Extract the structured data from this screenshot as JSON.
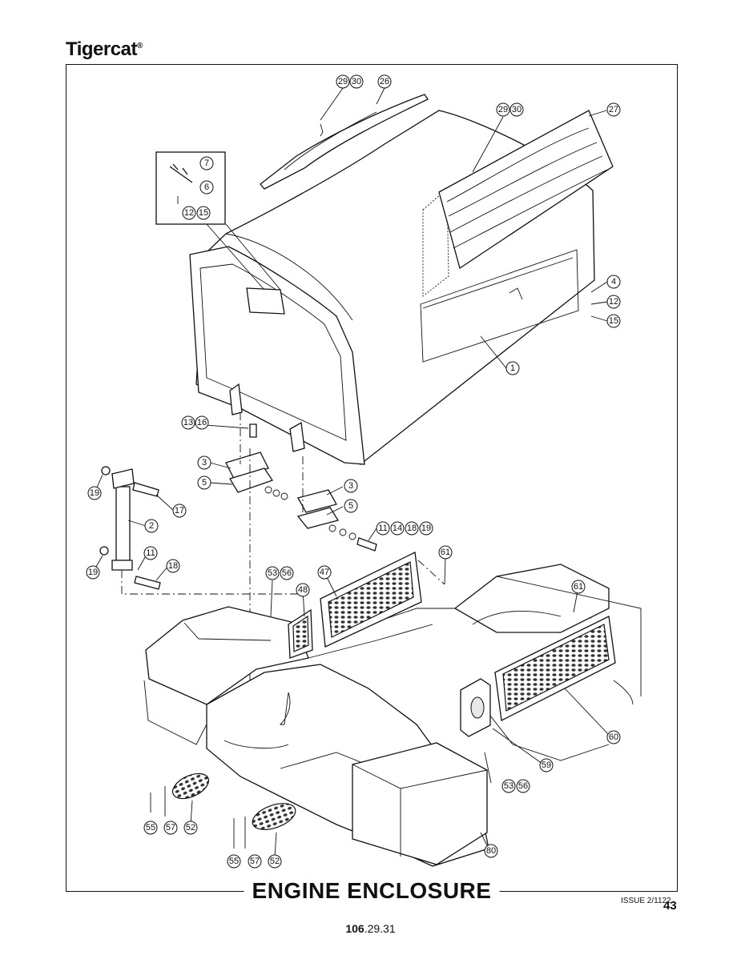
{
  "header": {
    "brand": "Tigercat",
    "brand_mark": "®"
  },
  "title": "ENGINE ENCLOSURE",
  "footer": {
    "issue": "ISSUE 2/1122",
    "page_number": "43",
    "doc_number_bold": "106",
    "doc_number_rest": ".29.31"
  },
  "callouts": {
    "c1": "1",
    "c2": "2",
    "c3a": "3",
    "c3b": "3",
    "c4": "4",
    "c5a": "5",
    "c5b": "5",
    "c6": "6",
    "c7": "7",
    "c11a": "11",
    "c11b": "11",
    "c12a": "12",
    "c12b": "12",
    "c13": "13",
    "c14": "14",
    "c15a": "15",
    "c15b": "15",
    "c16": "16",
    "c17": "17",
    "c18a": "18",
    "c18b": "18",
    "c19a": "19",
    "c19b": "19",
    "c19c": "19",
    "c26": "26",
    "c27": "27",
    "c29a": "29",
    "c30a": "30",
    "c29b": "29",
    "c30b": "30",
    "c47": "47",
    "c48": "48",
    "c52a": "52",
    "c52b": "52",
    "c53a": "53",
    "c56a": "56",
    "c53b": "53",
    "c56b": "56",
    "c55a": "55",
    "c55b": "55",
    "c57a": "57",
    "c57b": "57",
    "c59": "59",
    "c60": "60",
    "c61a": "61",
    "c61b": "61",
    "c80": "80"
  }
}
